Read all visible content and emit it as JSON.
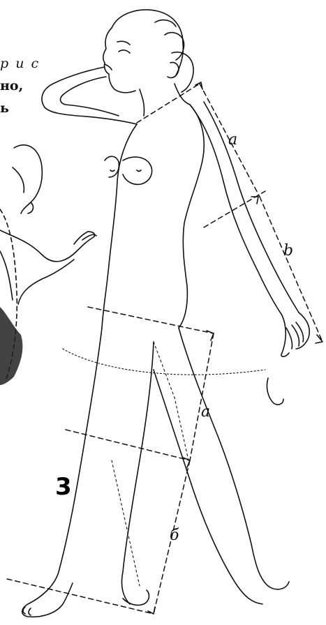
{
  "page": {
    "cut_text_line_1": "р и с",
    "cut_text_line_2": "но,",
    "cut_text_line_3": "ь",
    "figure_number": "3"
  },
  "labels": {
    "arm_upper": "a",
    "arm_lower": "b",
    "leg_upper": "a",
    "leg_lower": "б"
  },
  "colors": {
    "ink": "#111111",
    "paper": "#ffffff"
  }
}
